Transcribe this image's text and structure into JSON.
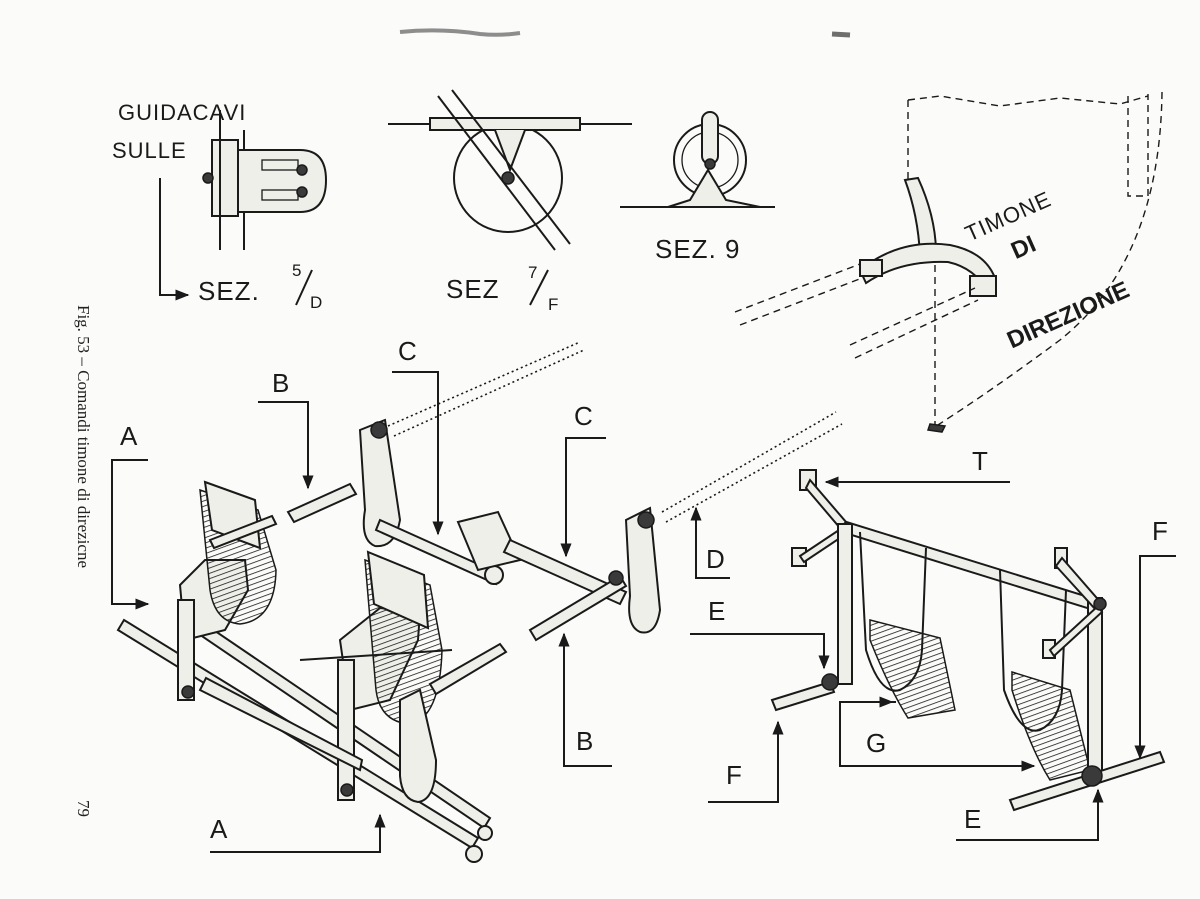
{
  "labels": {
    "guidacavi": "GUIDACAVI",
    "sulle": "SULLE",
    "sez_5d_prefix": "SEZ.",
    "sez_5d_num": "5",
    "sez_5d_den": "D",
    "sez_7f_prefix": "SEZ",
    "sez_7f_num": "7",
    "sez_7f_den": "F",
    "sez_9": "SEZ. 9",
    "timone": "TIMONE",
    "di": "DI",
    "direzione": "DIREZIONE",
    "A": "A",
    "B": "B",
    "C": "C",
    "D": "D",
    "E": "E",
    "F": "F",
    "G": "G",
    "T": "T"
  },
  "caption": "Fig. 53 – Comandi timone di direzicne",
  "page_number": "79",
  "colors": {
    "ink": "#1a1a1a",
    "paper": "#fbfbf9"
  }
}
